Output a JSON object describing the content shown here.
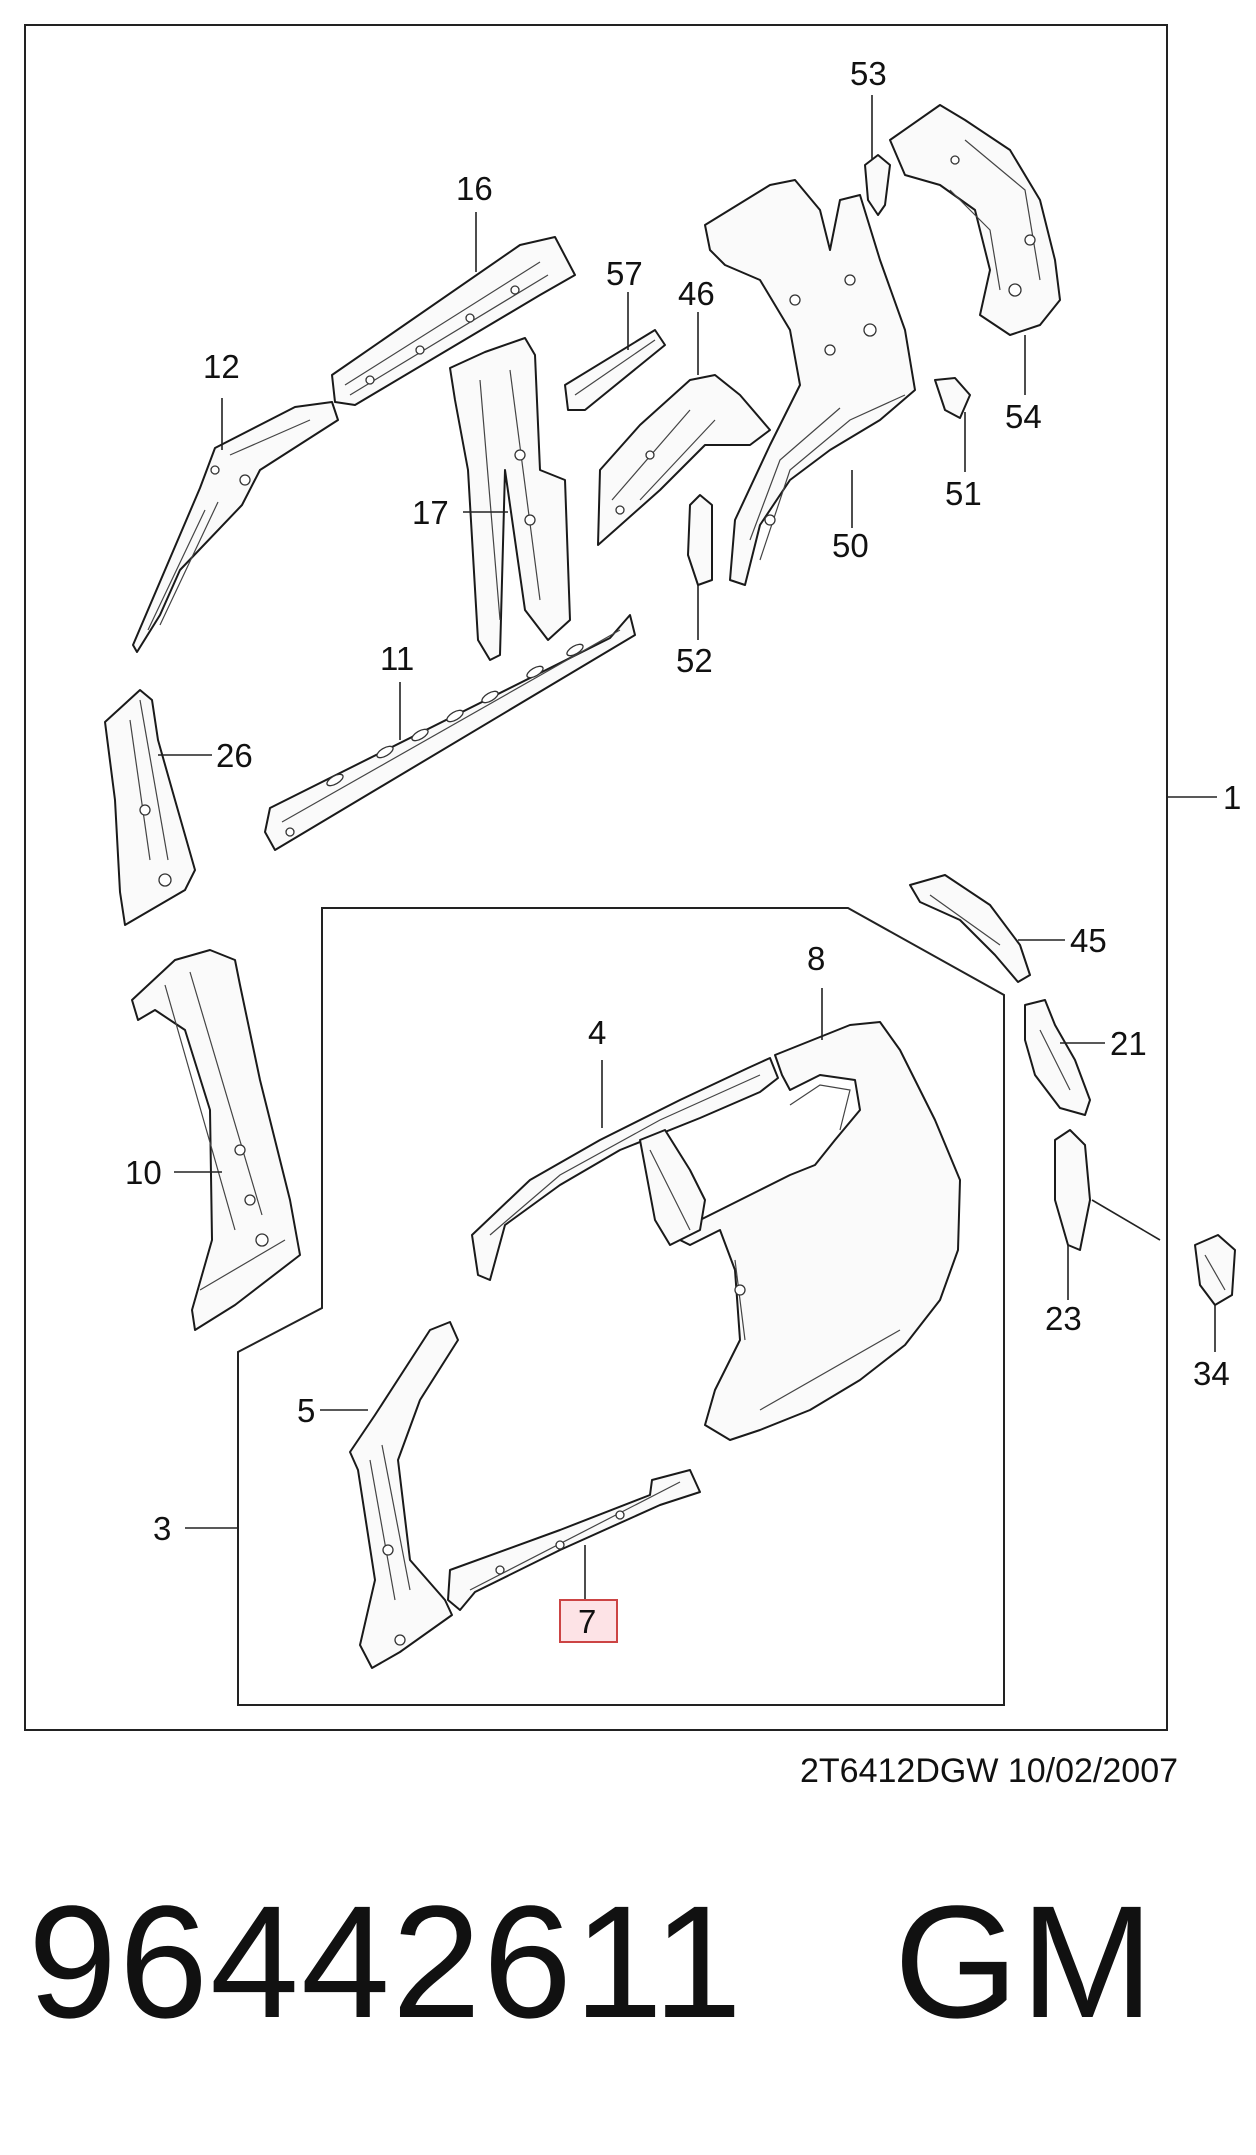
{
  "diagram": {
    "callouts": {
      "c1": "1",
      "c3": "3",
      "c4": "4",
      "c5": "5",
      "c7": "7",
      "c8": "8",
      "c10": "10",
      "c11": "11",
      "c12": "12",
      "c16": "16",
      "c17": "17",
      "c21": "21",
      "c23": "23",
      "c26": "26",
      "c34": "34",
      "c45": "45",
      "c46": "46",
      "c50": "50",
      "c51": "51",
      "c52": "52",
      "c53": "53",
      "c54": "54",
      "c57": "57"
    },
    "highlighted_callout": "7",
    "highlight_color": "#fde3e6"
  },
  "drawing_code": "2T6412DGW 10/02/2007",
  "part_number": {
    "number": "96442611",
    "brand": "GM"
  }
}
